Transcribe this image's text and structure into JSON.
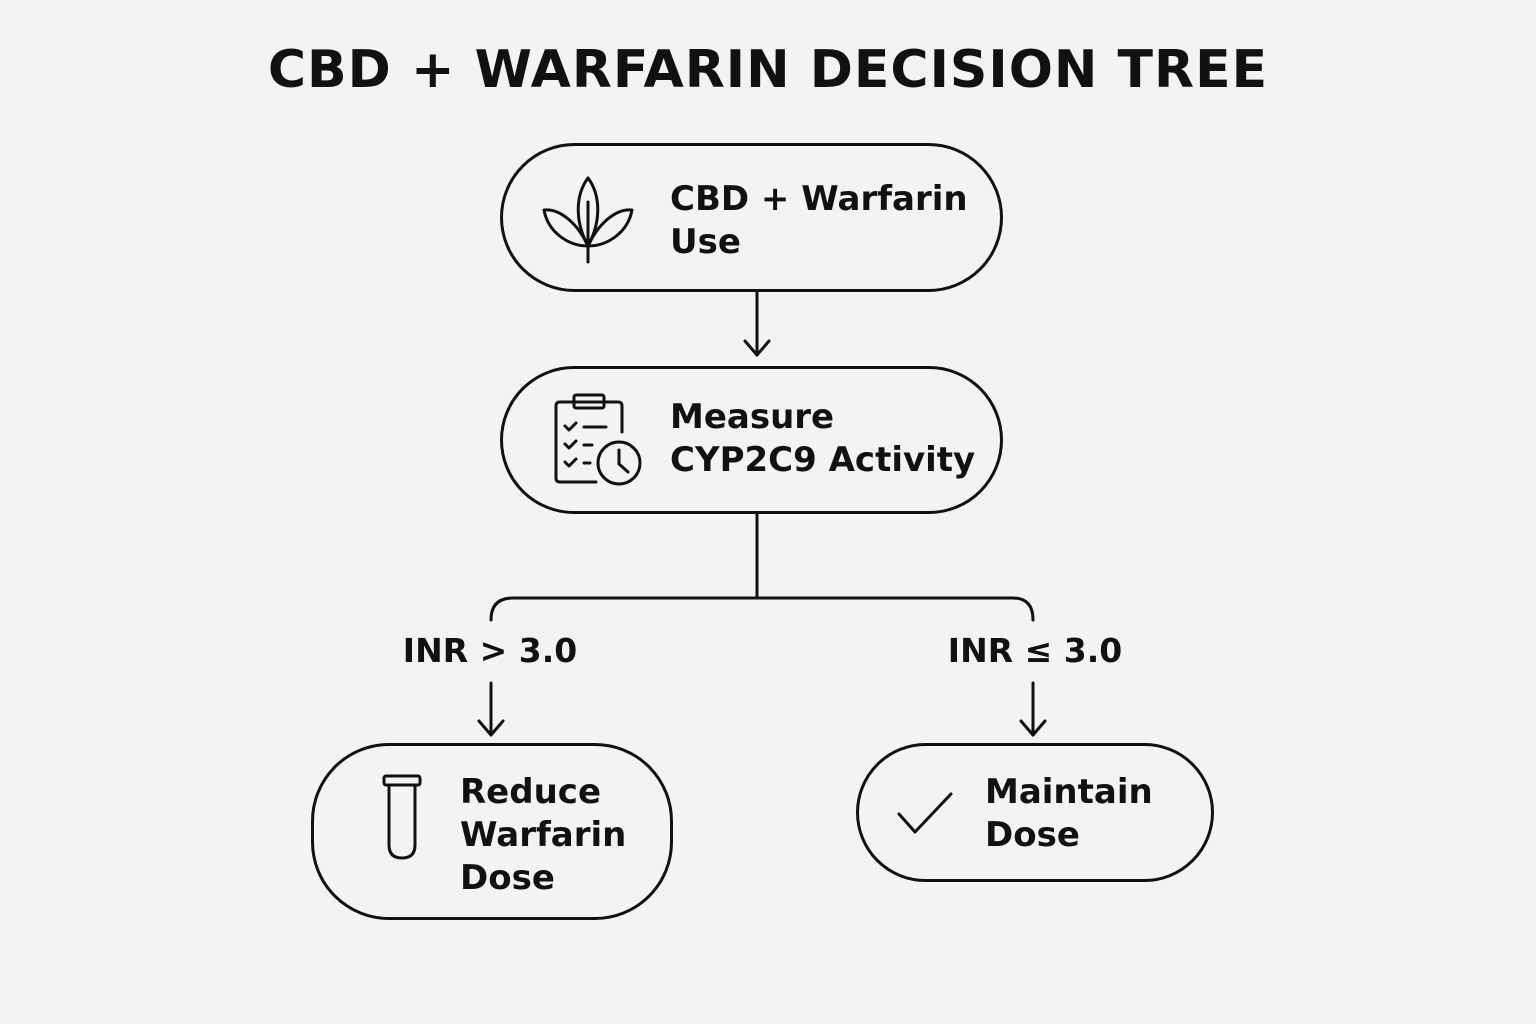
{
  "title": "CBD + WARFARIN DECISION TREE",
  "nodes": {
    "start": {
      "label": "CBD + Warfarin\nUse",
      "icon": "leaf-icon"
    },
    "measure": {
      "label": "Measure\nCYP2C9 Activity",
      "icon": "clipboard-clock-icon"
    },
    "reduce": {
      "label": "Reduce\nWarfarin\nDose",
      "icon": "test-tube-icon"
    },
    "maintain": {
      "label": "Maintain\nDose",
      "icon": "checkmark-icon"
    }
  },
  "branches": {
    "high": "INR > 3.0",
    "low": "INR ≤ 3.0"
  },
  "colors": {
    "background": "#f3f3f3",
    "ink": "#111111"
  }
}
